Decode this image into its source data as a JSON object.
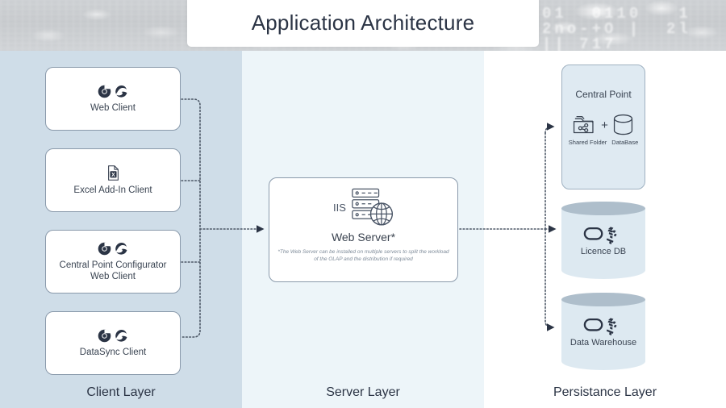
{
  "header": {
    "title": "Application Architecture",
    "bg_digits": "01  0110   1\n2no-+O |  2l\n|| 717"
  },
  "colors": {
    "client_layer_bg": "#cfdde8",
    "server_layer_bg": "#edf5f9",
    "persistence_layer_bg": "#ffffff",
    "stroke": "#8a9aab",
    "ink": "#2b3445",
    "cylinder_top": "#aebecb",
    "cylinder_body": "#dde9f1",
    "central_point_bg": "#dfeaf2"
  },
  "layers": [
    {
      "id": "client",
      "label": "Client Layer"
    },
    {
      "id": "server",
      "label": "Server Layer"
    },
    {
      "id": "persist",
      "label": "Persistance Layer"
    }
  ],
  "client_layer": {
    "cards": [
      {
        "label": "Web Client",
        "icons": [
          "chrome-icon",
          "edge-icon"
        ]
      },
      {
        "label": "Excel Add-In Client",
        "icons": [
          "excel-file-icon"
        ]
      },
      {
        "label": "Central Point Configurator\nWeb Client",
        "icons": [
          "chrome-icon",
          "edge-icon"
        ]
      },
      {
        "label": "DataSync Client",
        "icons": [
          "chrome-icon",
          "edge-icon"
        ]
      }
    ]
  },
  "server_layer": {
    "iis_label": "IIS",
    "iis_icon": "server-rack-globe-icon",
    "title": "Web Server*",
    "note": "*The Web Server can be installed on multiple servers to split the workload of the OLAP and the distribution if required"
  },
  "persistence_layer": {
    "central_point": {
      "title": "Central Point",
      "plus": "+",
      "items": [
        {
          "label": "Shared Folder",
          "icon": "shared-folder-icon"
        },
        {
          "label": "DataBase",
          "icon": "database-cylinder-icon"
        }
      ]
    },
    "stores": [
      {
        "label": "Licence DB",
        "icon": "sql-server-icon"
      },
      {
        "label": "Data Warehouse",
        "icon": "sql-server-icon"
      }
    ]
  }
}
